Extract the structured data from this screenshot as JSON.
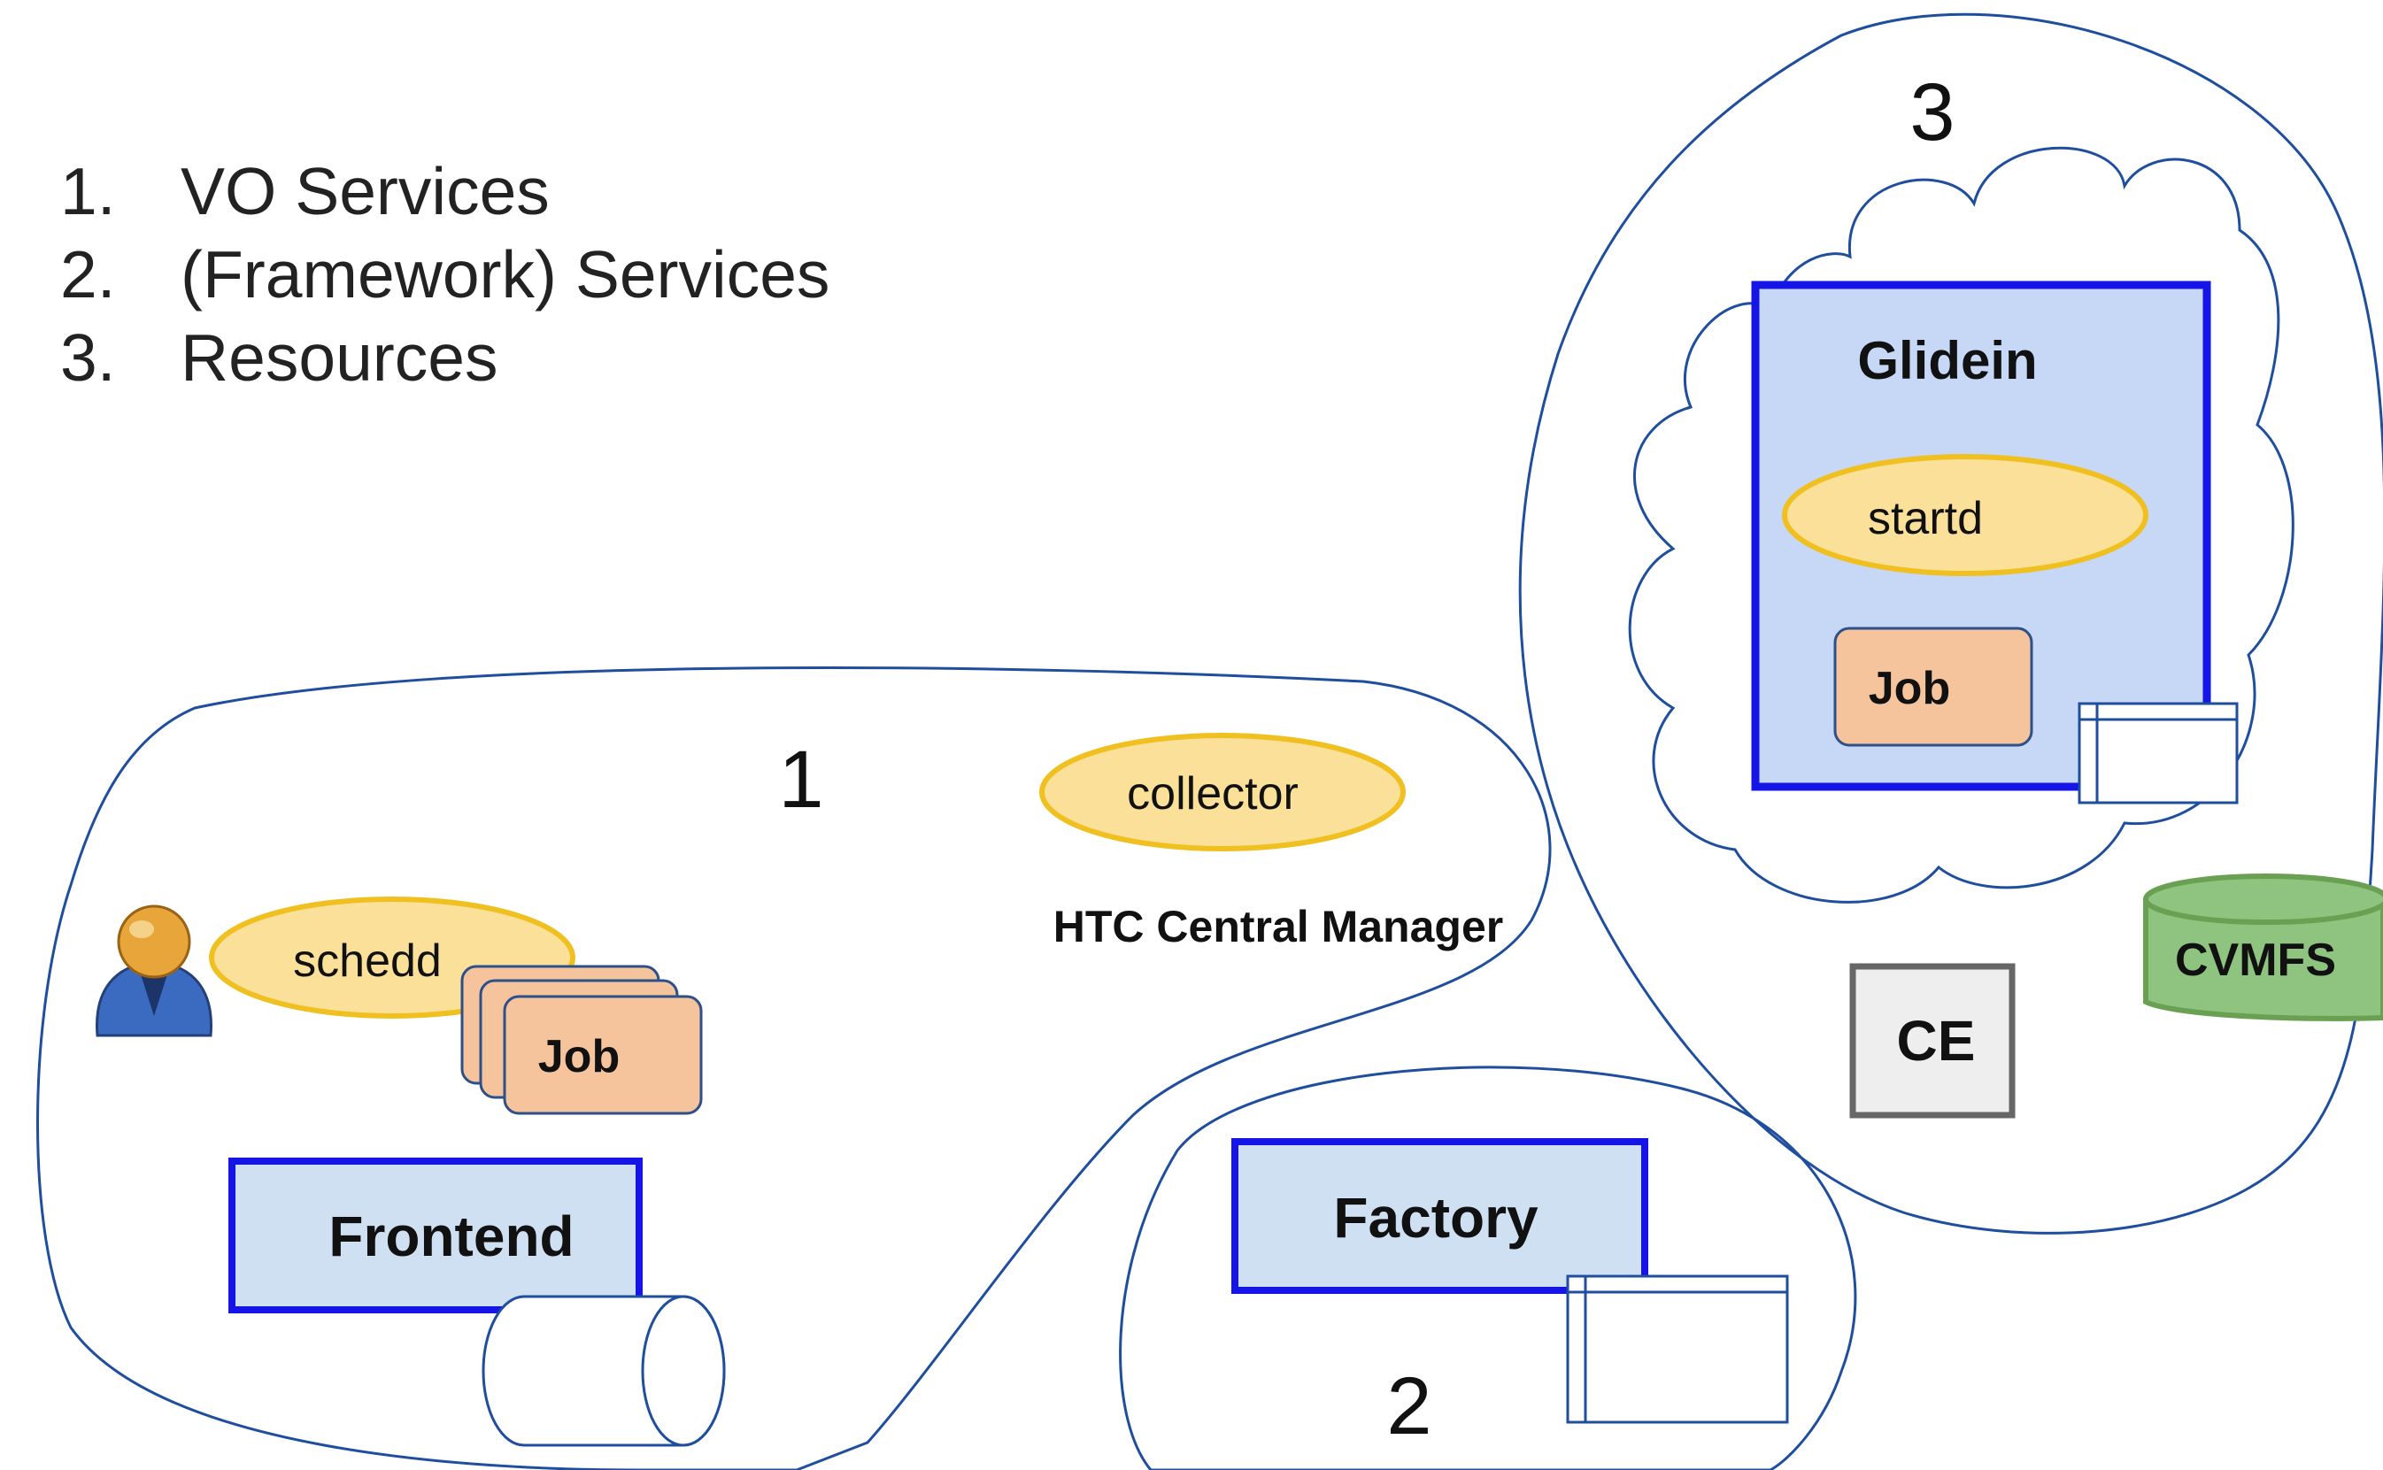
{
  "legend": [
    {
      "num": "1.",
      "text": "VO Services"
    },
    {
      "num": "2.",
      "text": "(Framework) Services"
    },
    {
      "num": "3.",
      "text": "Resources"
    }
  ],
  "regions": {
    "vo_services": "1",
    "framework_services": "2",
    "resources": "3"
  },
  "nodes": {
    "collector": "collector",
    "central_manager": "HTC Central Manager",
    "schedd": "schedd",
    "submit_job": "Job",
    "frontend": "Frontend",
    "factory": "Factory",
    "glidein": "Glidein",
    "startd": "startd",
    "glidein_job": "Job",
    "ce": "CE",
    "cvmfs": "CVMFS"
  },
  "colors": {
    "outline": "#1f4e9e",
    "box_border": "#1515e8",
    "box_fill": "#cfe0f3",
    "glidein_fill": "#c6d8f5",
    "daemon_fill": "#fbe09a",
    "daemon_stroke": "#f0c020",
    "job_fill": "#f5c49c",
    "job_stroke": "#2d4f8a",
    "ce_fill": "#eeeeee",
    "ce_stroke": "#666666",
    "cvmfs_fill": "#8fc480",
    "cvmfs_stroke": "#6aa052"
  },
  "icons": [
    "user-icon",
    "database-cylinder-icon",
    "window-icon",
    "cloud-icon"
  ]
}
